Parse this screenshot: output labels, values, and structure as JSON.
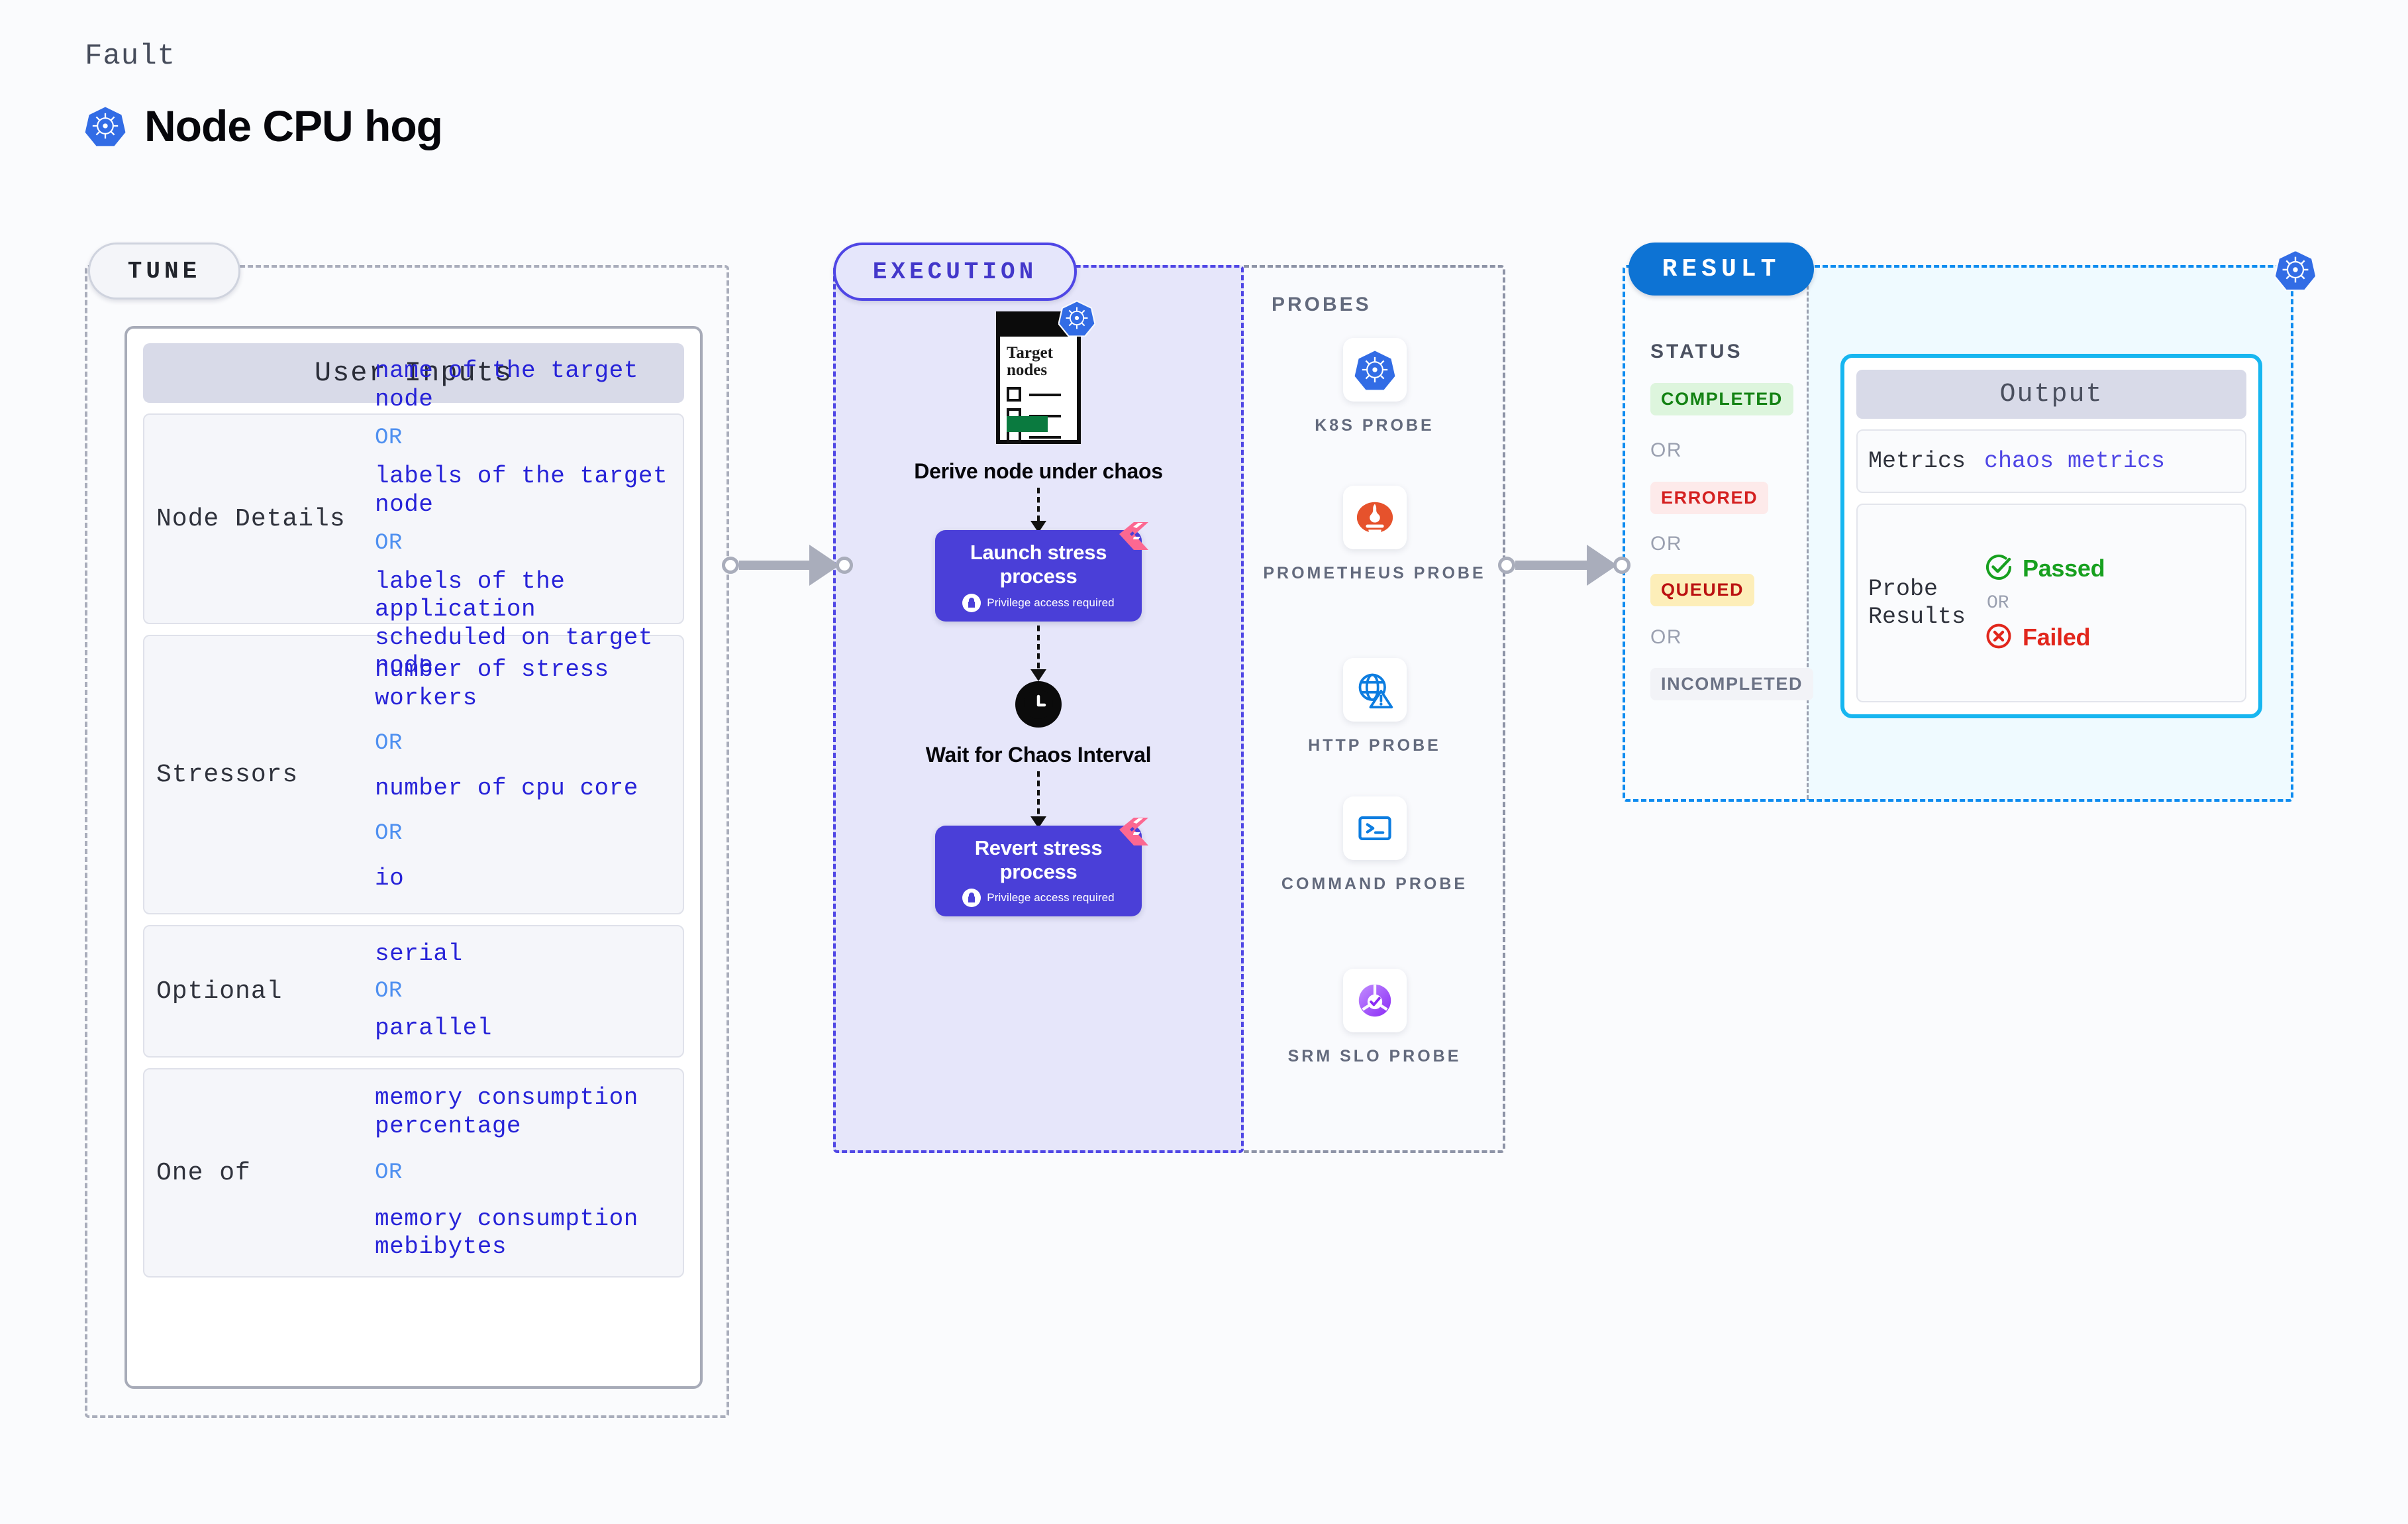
{
  "header": {
    "eyebrow": "Fault",
    "title": "Node CPU hog",
    "icon": "kubernetes-icon"
  },
  "sections": {
    "tune": {
      "chip": "TUNE"
    },
    "execution": {
      "chip": "EXECUTION"
    },
    "result": {
      "chip": "RESULT"
    }
  },
  "tune": {
    "card_title": "User Inputs",
    "rows": [
      {
        "label": "Node Details",
        "values": [
          "name of the target node",
          "labels of the target node",
          "labels of the application scheduled on target node"
        ],
        "separator": "OR"
      },
      {
        "label": "Stressors",
        "values": [
          "number of stress workers",
          "number of cpu core",
          "io"
        ],
        "separator": "OR"
      },
      {
        "label": "Optional",
        "values": [
          "serial",
          "parallel"
        ],
        "separator": "OR"
      },
      {
        "label": "One of",
        "values": [
          "memory consumption percentage",
          "memory consumption mebibytes"
        ],
        "separator": "OR"
      }
    ]
  },
  "execution": {
    "steps": [
      {
        "caption": "Derive node under chaos",
        "icon": "target-nodes-list-icon",
        "icon_title": "Target nodes",
        "badge": "kubernetes-icon"
      },
      {
        "caption": "Launch stress process",
        "sub": "Privilege access required",
        "sub_icon": "lock-icon",
        "badge": "harness-icon"
      },
      {
        "caption": "Wait for Chaos Interval",
        "icon": "clock-icon"
      },
      {
        "caption": "Revert stress process",
        "sub": "Privilege access required",
        "sub_icon": "lock-icon",
        "badge": "harness-icon"
      }
    ]
  },
  "probes": {
    "title": "PROBES",
    "items": [
      {
        "label": "K8S PROBE",
        "icon": "kubernetes-icon"
      },
      {
        "label": "PROMETHEUS PROBE",
        "icon": "prometheus-icon"
      },
      {
        "label": "HTTP PROBE",
        "icon": "globe-warning-icon"
      },
      {
        "label": "COMMAND PROBE",
        "icon": "terminal-icon"
      },
      {
        "label": "SRM SLO PROBE",
        "icon": "srm-slo-icon"
      }
    ]
  },
  "status": {
    "title": "STATUS",
    "separator": "OR",
    "badges": [
      {
        "label": "COMPLETED",
        "bg": "#ddf5dd",
        "fg": "#138213"
      },
      {
        "label": "ERRORED",
        "bg": "#fdeaea",
        "fg": "#d42020"
      },
      {
        "label": "QUEUED",
        "bg": "#fdeeb9",
        "fg": "#bb1111"
      },
      {
        "label": "INCOMPLETED",
        "bg": "#f2f3f7",
        "fg": "#6b7285"
      }
    ]
  },
  "output": {
    "card_title": "Output",
    "rows": [
      {
        "label": "Metrics",
        "value": "chaos metrics",
        "type": "link"
      },
      {
        "label": "Probe Results",
        "type": "results",
        "separator": "OR",
        "results": [
          {
            "label": "Passed",
            "icon": "check-circle-icon",
            "color": "#17a01f"
          },
          {
            "label": "Failed",
            "icon": "x-circle-icon",
            "color": "#e1261c"
          }
        ]
      }
    ]
  },
  "colors": {
    "accent_purple": "#4f46e5",
    "accent_blue": "#0d73d4",
    "accent_cyan": "#17b6f0",
    "value_blue": "#2723d8",
    "or_blue": "#4f90f0",
    "k8s_blue": "#326ce5",
    "harness_pink": "#fc6891",
    "node_purple": "#4a3fd8"
  }
}
